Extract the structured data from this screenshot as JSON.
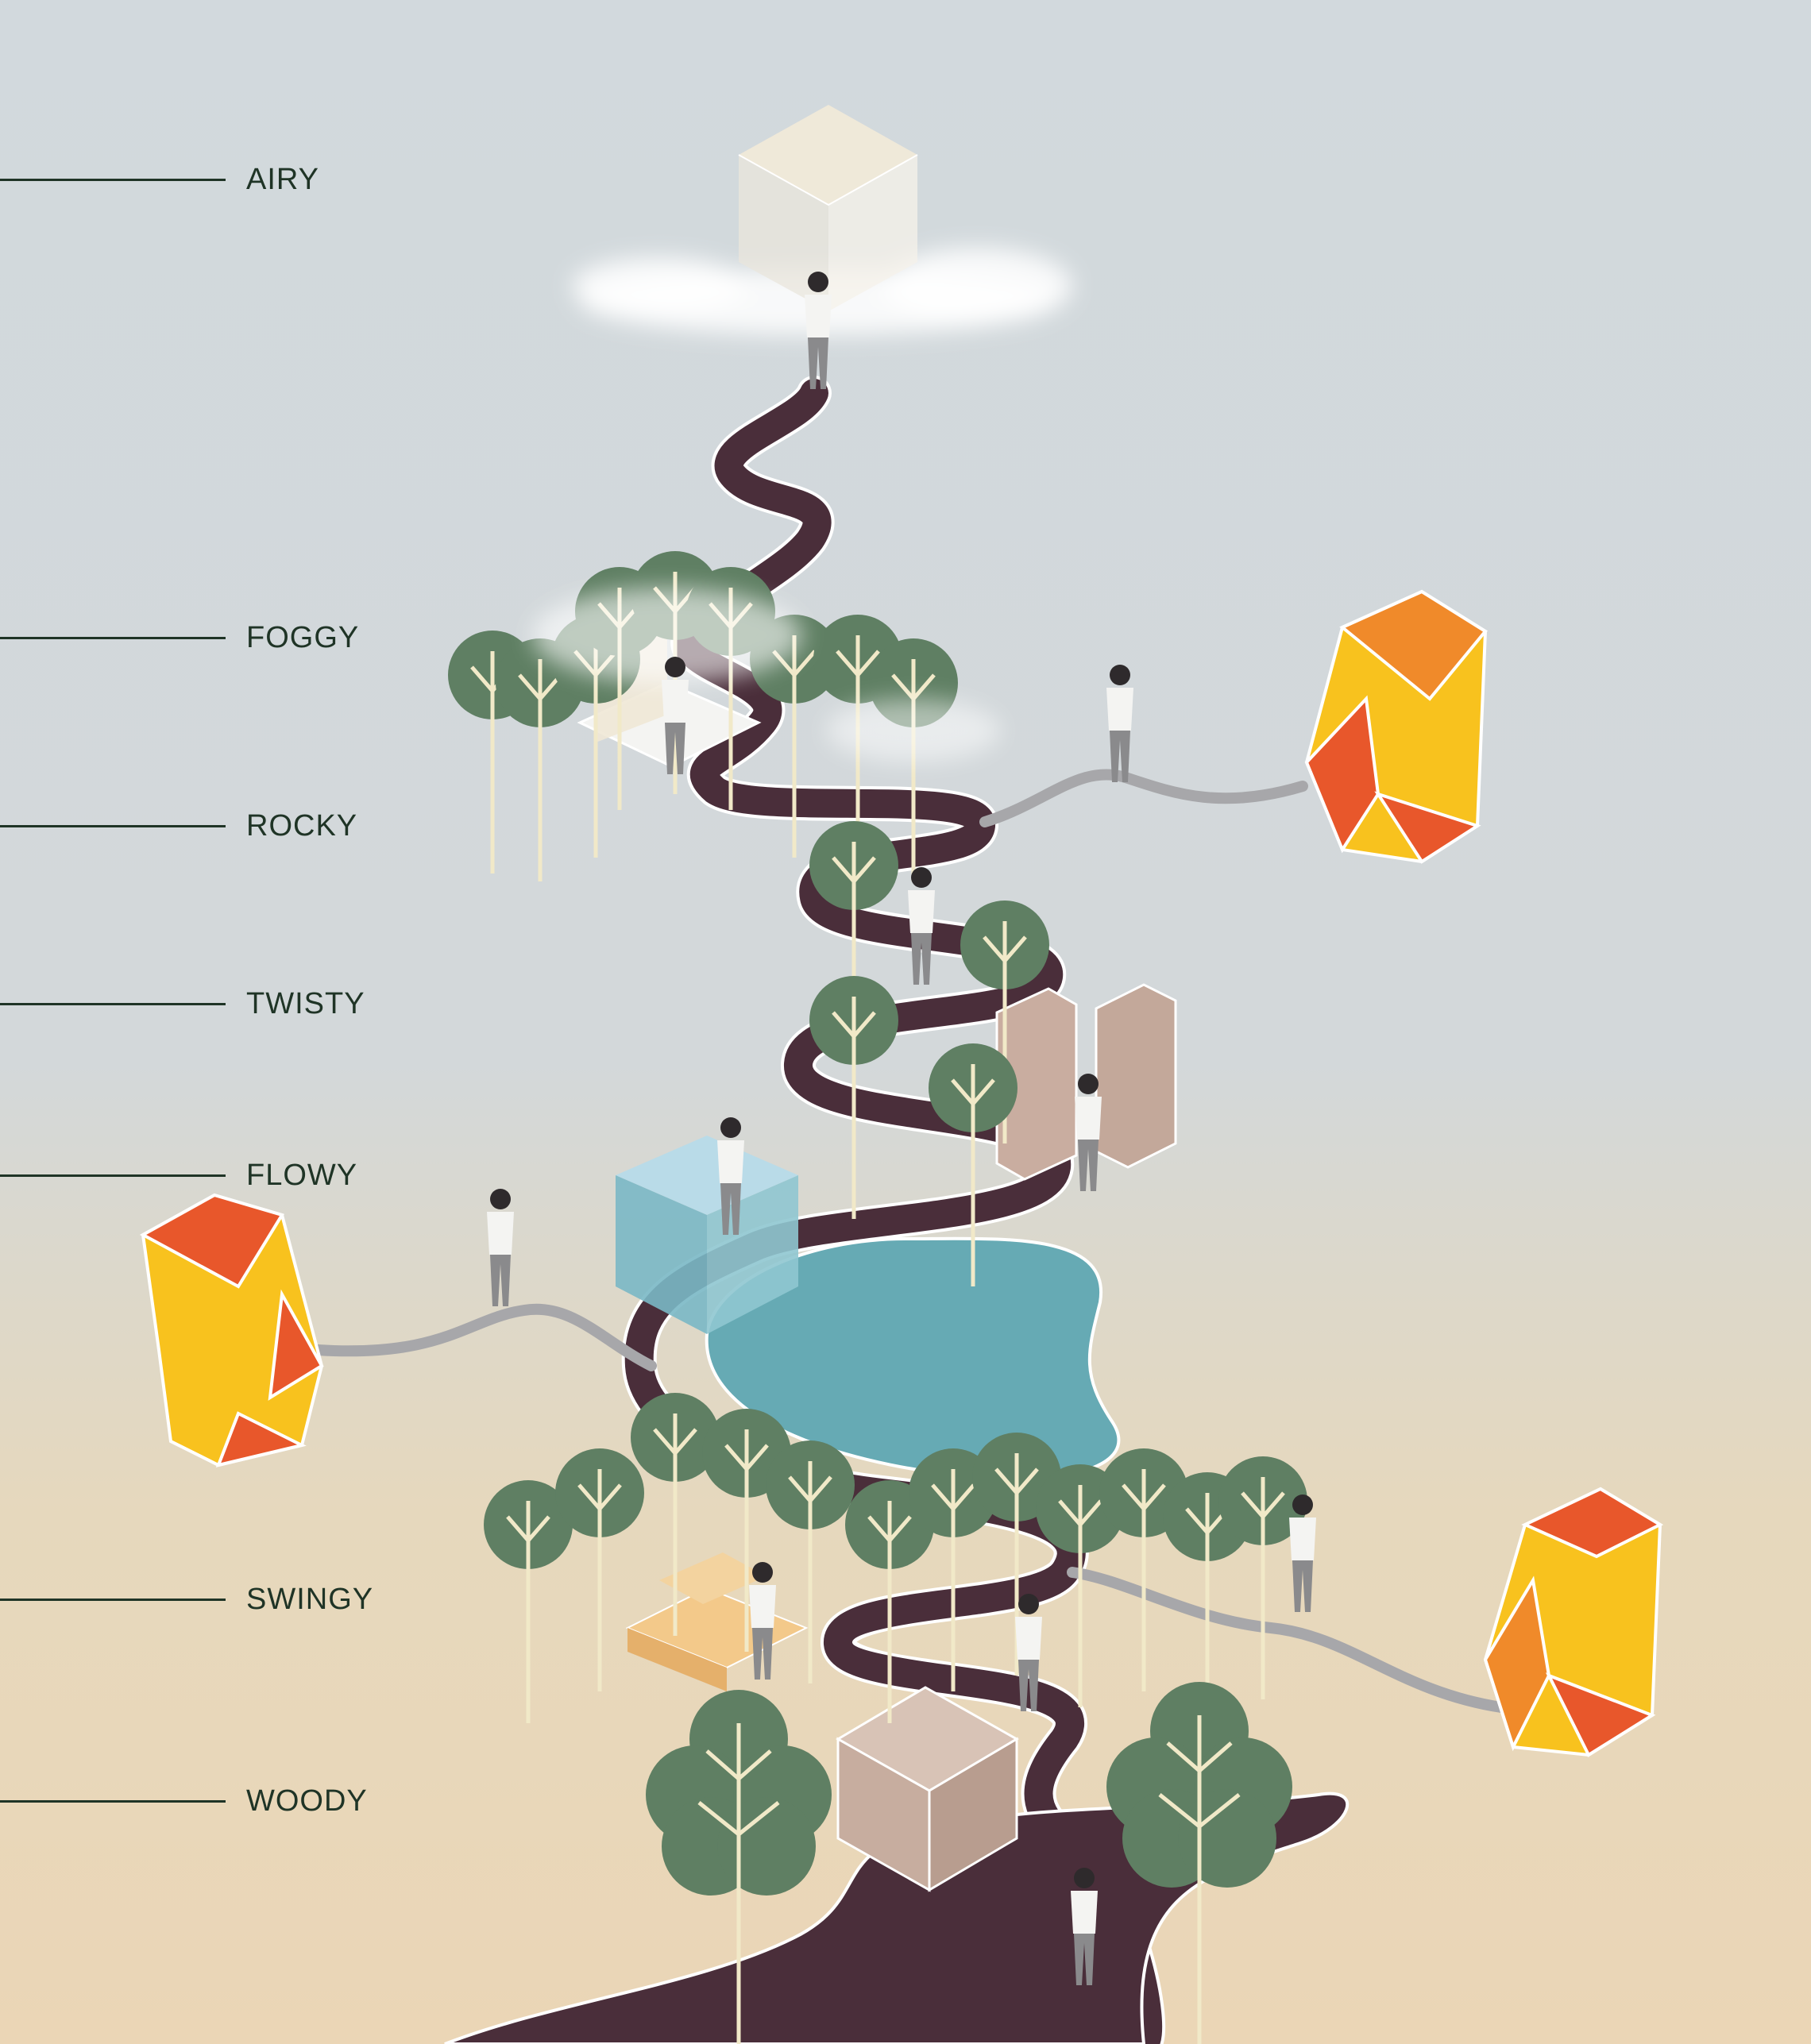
{
  "levels": [
    {
      "key": "airy",
      "label": "AIRY"
    },
    {
      "key": "foggy",
      "label": "FOGGY"
    },
    {
      "key": "rocky",
      "label": "ROCKY"
    },
    {
      "key": "twisty",
      "label": "TWISTY"
    },
    {
      "key": "flowy",
      "label": "FLOWY"
    },
    {
      "key": "swingy",
      "label": "SWINGY"
    },
    {
      "key": "woody",
      "label": "WOODY"
    }
  ],
  "colors": {
    "path": "#4a2e3a",
    "tree": "#5f7f63",
    "tree_trunk": "#f1e9c8",
    "water": "#66aab4",
    "crystal_orange": "#f08a2a",
    "crystal_red": "#e8572b",
    "crystal_yellow": "#f8c21e",
    "label_text": "#1f3426"
  }
}
